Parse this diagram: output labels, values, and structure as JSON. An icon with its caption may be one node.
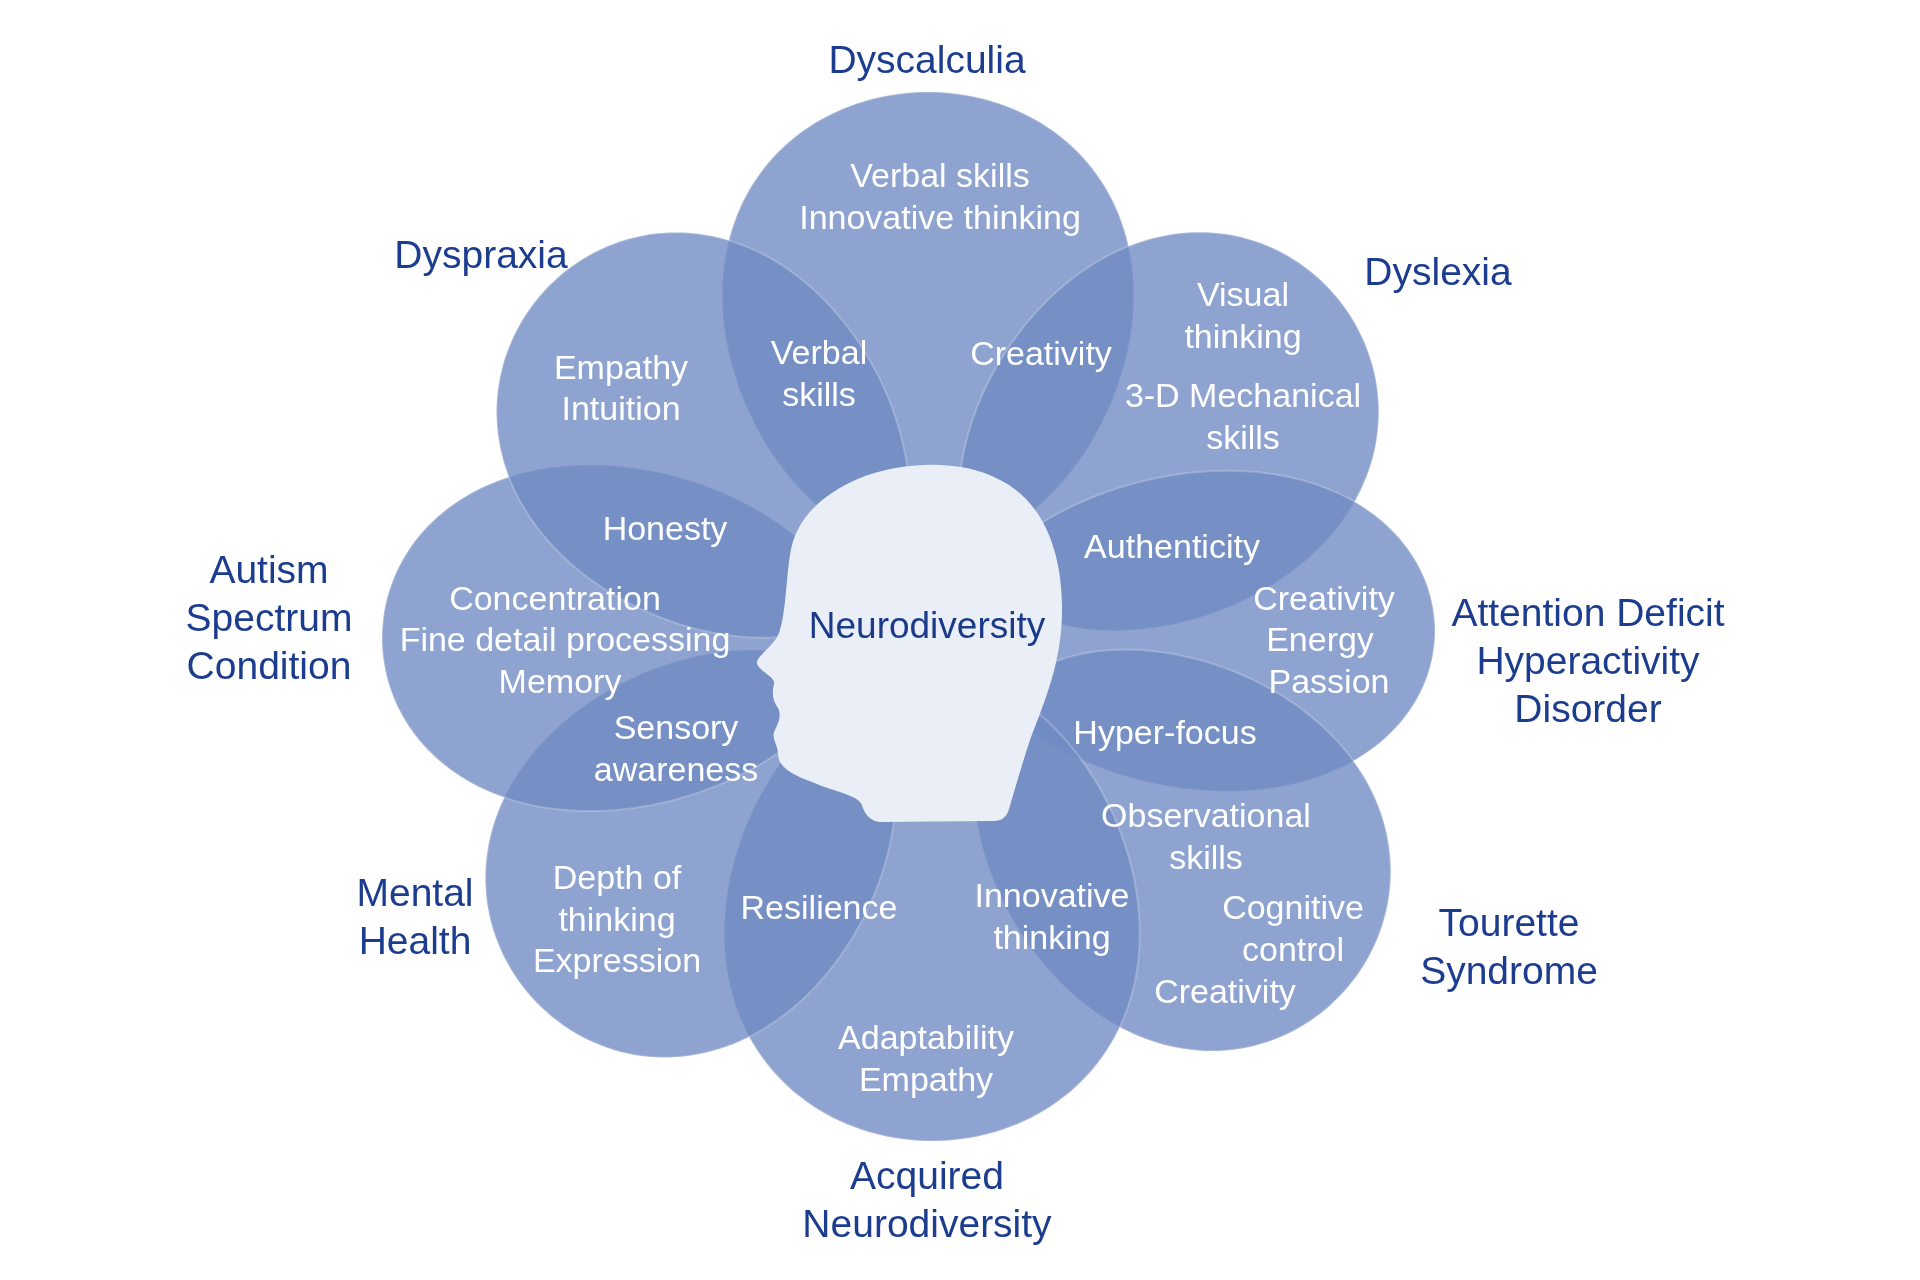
{
  "diagram": {
    "nodes": [
      {
        "text": [
          "Neurodiversity"
        ]
      },
      {
        "text": [
          "Dyscalculia",
          "Verbal skills",
          "Innovative thinking"
        ]
      },
      {
        "text": [
          "Dyslexia",
          "Visual thinking",
          "3-D Mechanical skills"
        ]
      },
      {
        "text": [
          "Creativity",
          "Energy",
          "Passion",
          "Attention Deficit Hyperactivity Disorder"
        ]
      },
      {
        "text": [
          "Observational skills",
          "Cognitive control",
          "Creativity",
          "Tourette Syndrome"
        ]
      },
      {
        "text": [
          "Adaptability",
          "Empathy",
          "Acquired Neurodiversity"
        ]
      },
      {
        "text": [
          "Mental Health",
          "Depth of thinking",
          "Expression"
        ]
      },
      {
        "text": [
          "Autism Spectrum Condition",
          "Concentration",
          "Fine detail processing",
          "Memory"
        ]
      },
      {
        "text": [
          "Dyspraxia",
          "Empathy",
          "Intuition"
        ]
      }
    ],
    "labels": [
      "Verbal skills",
      "Creativity",
      "Honesty",
      "Authenticity",
      "Sensory awareness",
      "Hyper-focus",
      "Resilience",
      "Innovative thinking"
    ]
  }
}
